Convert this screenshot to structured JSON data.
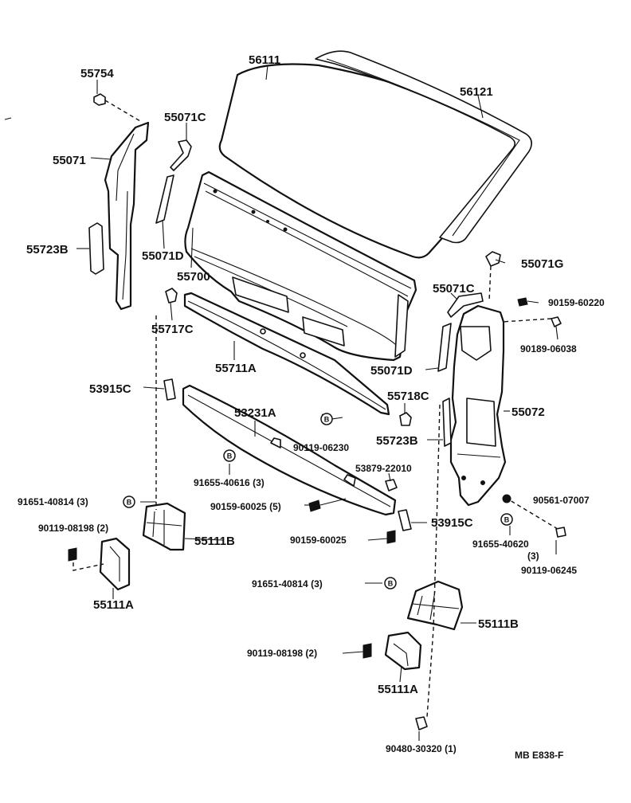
{
  "labels": {
    "p55754": "55754",
    "p56111": "56111",
    "p56121": "56121",
    "p55071C_l": "55071C",
    "p55071": "55071",
    "p55723B_l": "55723B",
    "p55071D_l": "55071D",
    "p55700": "55700",
    "p55071G": "55071G",
    "p90159_60220": "90159-60220",
    "p55071C_r": "55071C",
    "p55717C": "55717C",
    "p90189_06038": "90189-06038",
    "p55711A": "55711A",
    "p55071D_r": "55071D",
    "p53915C_l": "53915C",
    "p55718C": "55718C",
    "p53231A": "53231A",
    "p55072": "55072",
    "p90119_06230": "90119-06230",
    "p55723B_r": "55723B",
    "p53879_22010": "53879-22010",
    "p91655_40616": "91655-40616 (3)",
    "p91651_40814_l": "91651-40814 (3)",
    "p90159_60025_a": "90159-60025 (5)",
    "p90561_07007": "90561-07007",
    "p53915C_r": "53915C",
    "p90119_08198_l": "90119-08198 (2)",
    "p55111B_l": "55111B",
    "p90159_60025_b": "90159-60025",
    "p91655_40620": "91655-40620",
    "p91655_40620_qty": "(3)",
    "p90119_06245": "90119-06245",
    "p55111A_l": "55111A",
    "p91651_40814_r": "91651-40814 (3)",
    "p55111B_r": "55111B",
    "p90119_08198_r": "90119-08198 (2)",
    "p55111A_r": "55111A",
    "p90480_30320": "90480-30320 (1)",
    "code": "MB  E838-F"
  },
  "markers": {
    "b": "B"
  }
}
